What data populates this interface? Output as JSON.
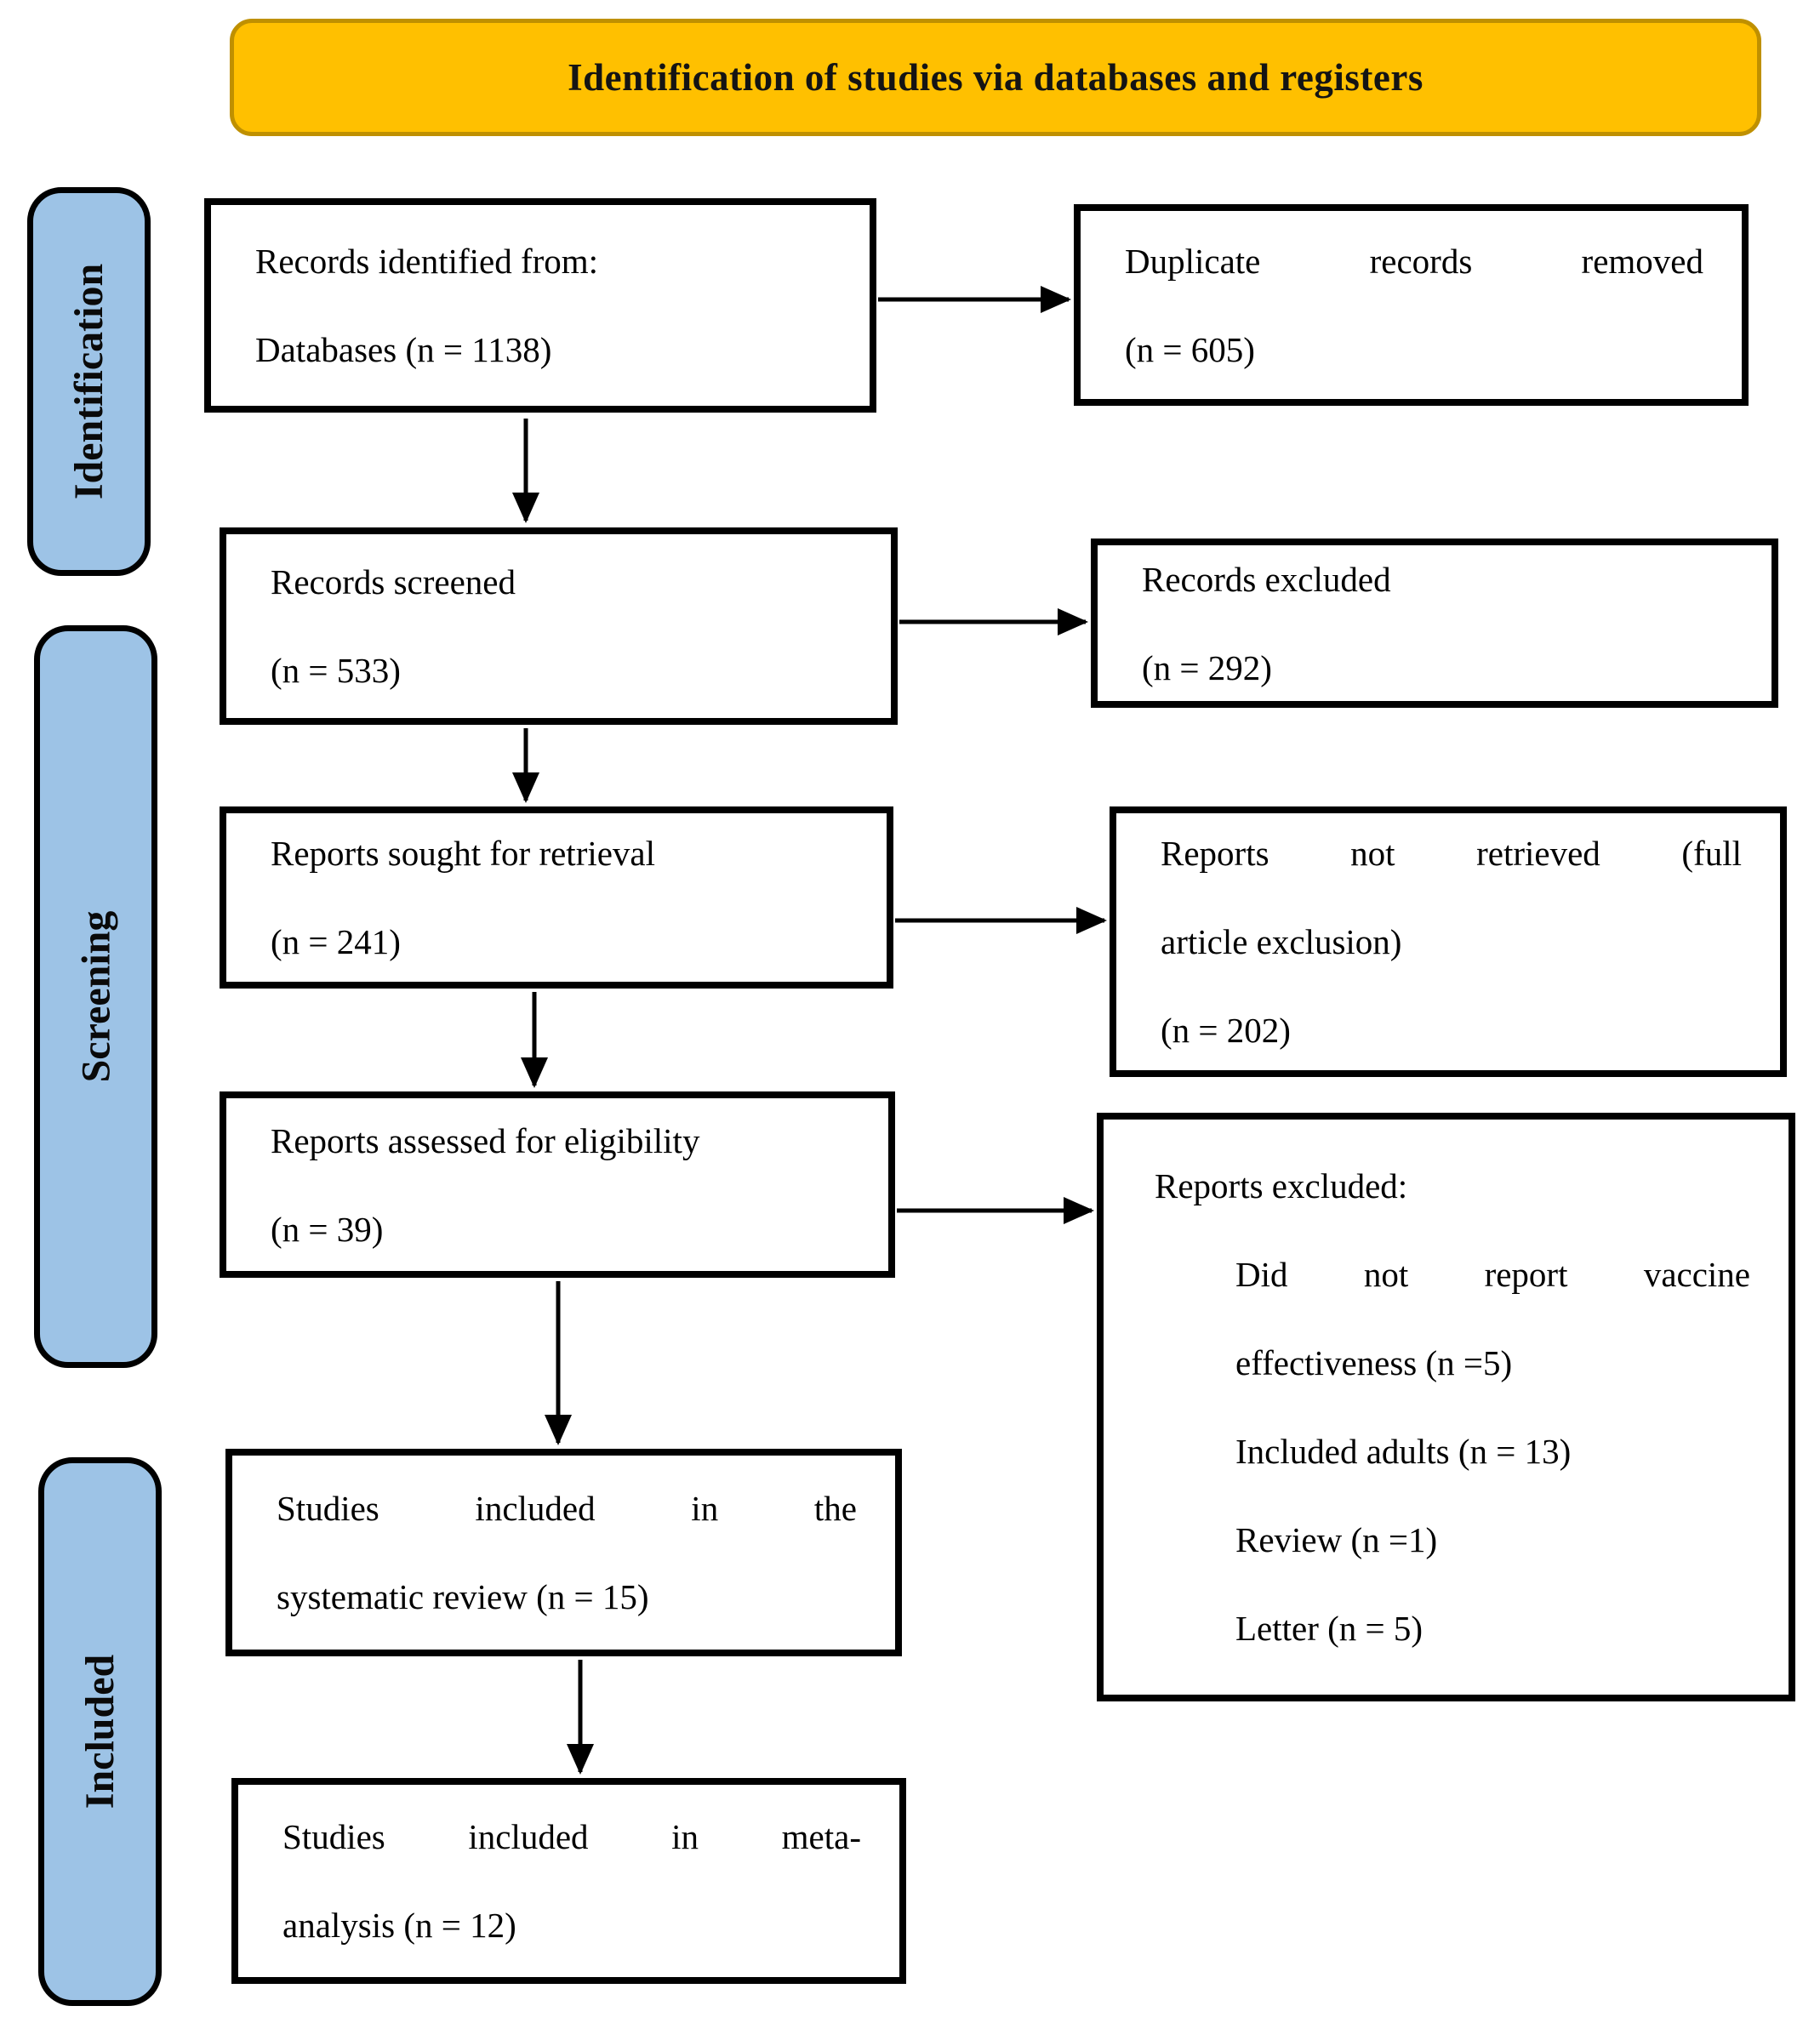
{
  "banner": {
    "title": "Identification of studies via databases and registers"
  },
  "stages": {
    "identification": "Identification",
    "screening": "Screening",
    "included": "Included"
  },
  "boxes": {
    "records_identified": {
      "lines": [
        "Records identified from:",
        "Databases (n = 1138)"
      ]
    },
    "duplicate_removed": {
      "lines": [
        "Duplicate records removed",
        "(n = 605)"
      ]
    },
    "records_screened": {
      "lines": [
        "Records screened",
        "(n = 533)"
      ]
    },
    "records_excluded": {
      "lines": [
        "Records excluded",
        "(n = 292)"
      ]
    },
    "reports_sought": {
      "lines": [
        "Reports sought for retrieval",
        "(n = 241)"
      ]
    },
    "reports_not_retrieved": {
      "lines": [
        "Reports not retrieved (full",
        "article exclusion)",
        "(n = 202)"
      ]
    },
    "reports_assessed": {
      "lines": [
        "Reports assessed for eligibility",
        "(n = 39)"
      ]
    },
    "reports_excluded": {
      "lines": [
        "Reports excluded:",
        "Did not report vaccine",
        "effectiveness (n =5)",
        "Included adults (n = 13)",
        "Review (n =1)",
        "Letter (n = 5)"
      ]
    },
    "studies_systematic": {
      "lines": [
        "Studies included in the",
        "systematic review (n = 15)"
      ]
    },
    "studies_meta": {
      "lines": [
        "Studies included in meta-",
        "analysis (n = 12)"
      ]
    }
  },
  "colors": {
    "banner_fill": "#FFC000",
    "banner_border": "#BF9000",
    "stage_fill": "#9DC3E6",
    "box_border": "#000000",
    "arrow": "#000000"
  }
}
